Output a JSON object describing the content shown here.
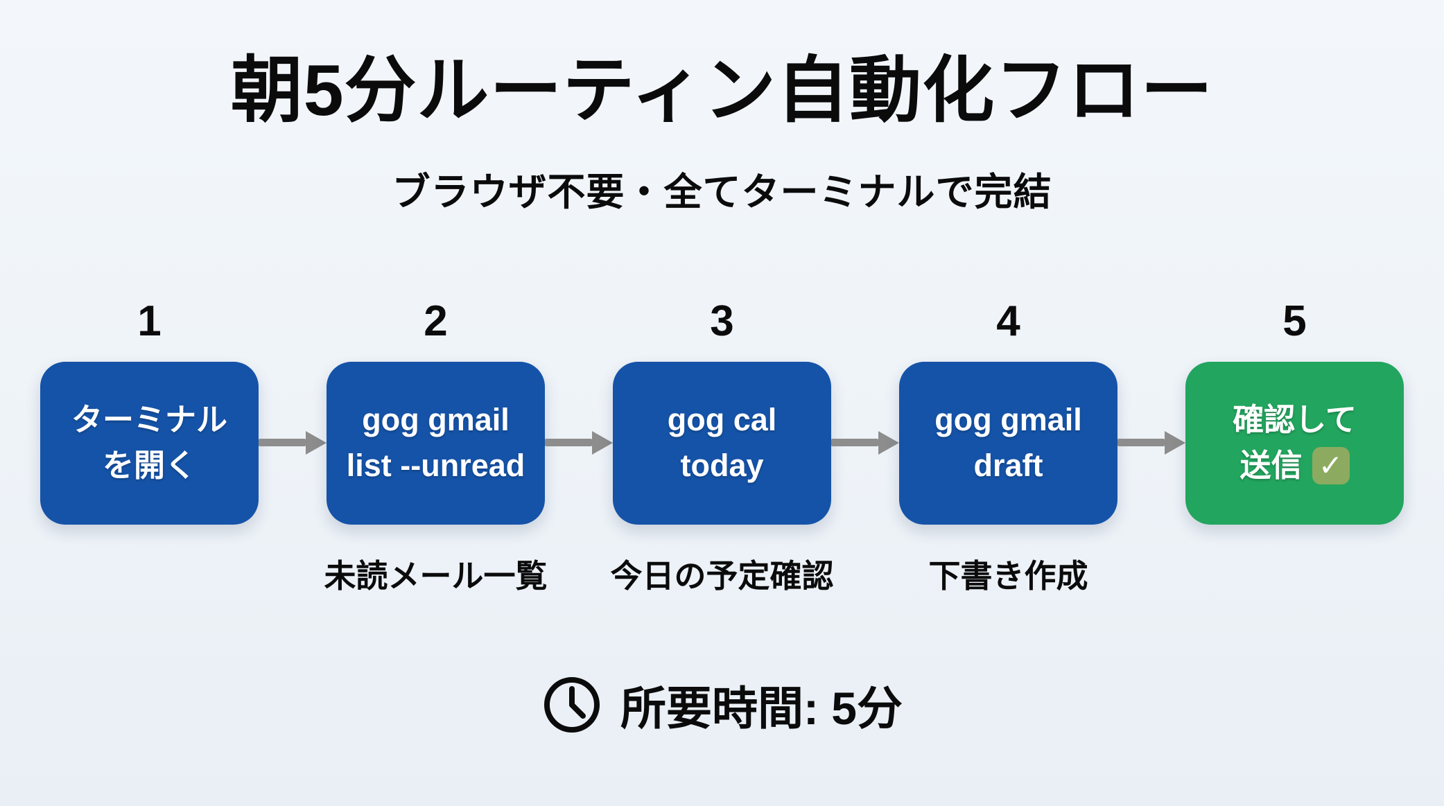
{
  "header": {
    "title": "朝5分ルーティン自動化フロー",
    "subtitle": "ブラウザ不要・全てターミナルで完結"
  },
  "steps": [
    {
      "number": "1",
      "lines": [
        "ターミナル",
        "を開く"
      ],
      "caption": ""
    },
    {
      "number": "2",
      "lines": [
        "gog gmail",
        "list --unread"
      ],
      "caption": "未読メール一覧"
    },
    {
      "number": "3",
      "lines": [
        "gog cal",
        "today"
      ],
      "caption": "今日の予定確認"
    },
    {
      "number": "4",
      "lines": [
        "gog gmail",
        "draft"
      ],
      "caption": "下書き作成"
    },
    {
      "number": "5",
      "lines": [
        "確認して",
        "送信"
      ],
      "caption": ""
    }
  ],
  "icons": {
    "check_glyph": "✓",
    "check_icon_name": "check-mark-emoji",
    "clock_icon_name": "clock-face"
  },
  "footer": {
    "duration_text": "所要時間: 5分"
  },
  "colors": {
    "box_blue": "#1553a8",
    "box_green": "#22a55e",
    "arrow_gray": "#8d8d8d",
    "check_bg": "#8cab60",
    "ink": "#0b0b0c",
    "bg_top": "#f3f7fb",
    "bg_bottom": "#e9eff5"
  }
}
